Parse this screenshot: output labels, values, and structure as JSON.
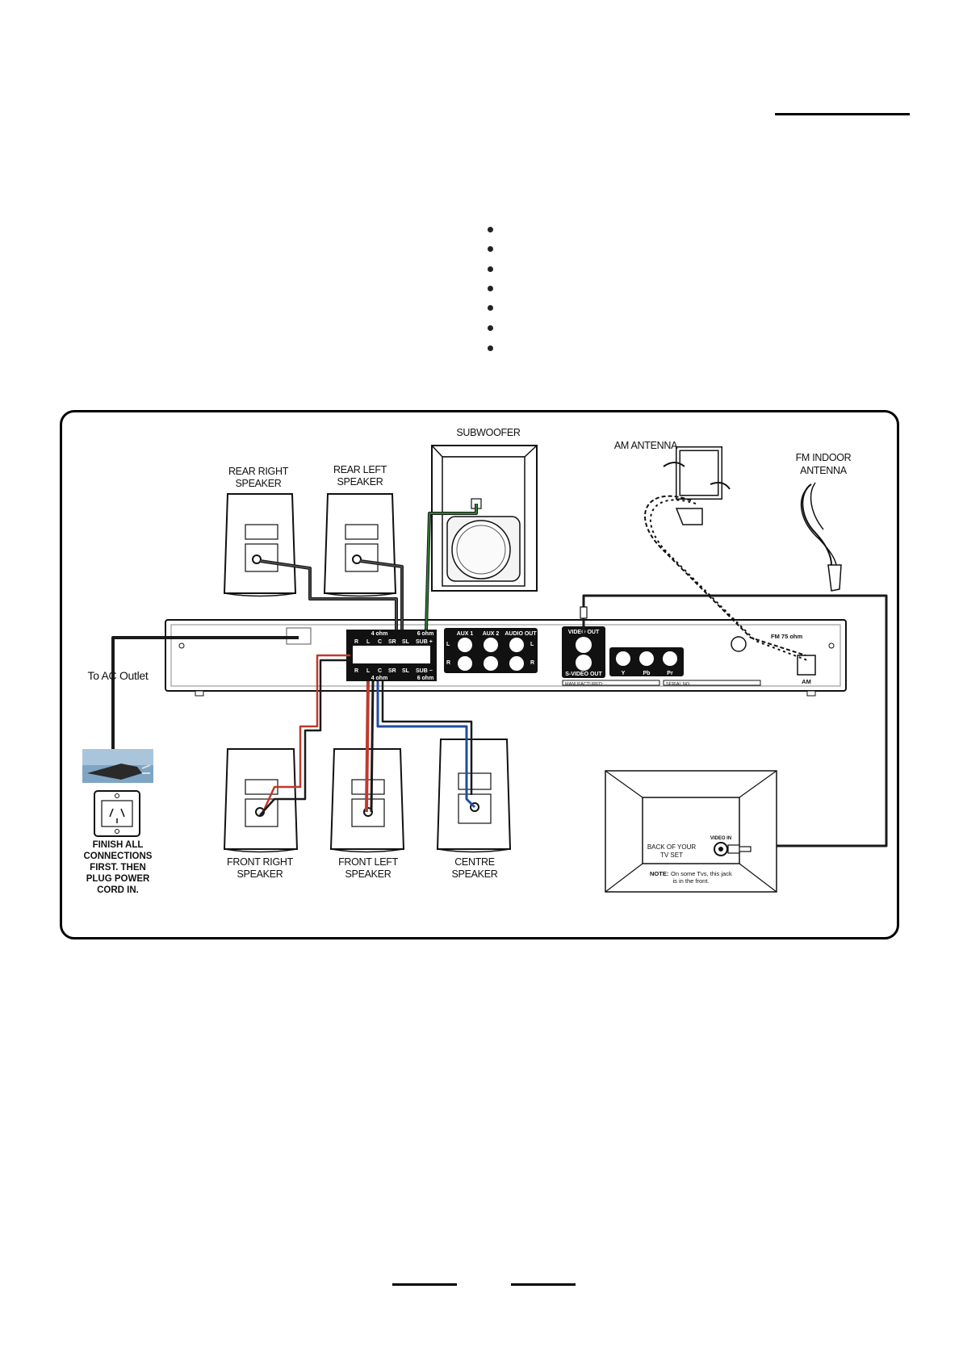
{
  "labels": {
    "subwoofer": "SUBWOOFER",
    "am_antenna": "AM ANTENNA",
    "fm_antenna_1": "FM INDOOR",
    "fm_antenna_2": "ANTENNA",
    "rear_right_1": "REAR RIGHT",
    "rear_right_2": "SPEAKER",
    "rear_left_1": "REAR LEFT",
    "rear_left_2": "SPEAKER",
    "front_right_1": "FRONT RIGHT",
    "front_right_2": "SPEAKER",
    "front_left_1": "FRONT LEFT",
    "front_left_2": "SPEAKER",
    "centre_1": "CENTRE",
    "centre_2": "SPEAKER",
    "ac_outlet": "To AC Outlet",
    "finish_1": "FINISH ALL",
    "finish_2": "CONNECTIONS",
    "finish_3": "FIRST. THEN",
    "finish_4": "PLUG POWER",
    "finish_5": "CORD IN.",
    "tv_back_1": "BACK OF YOUR",
    "tv_back_2": "TV SET",
    "tv_video_in": "VIDEO IN",
    "tv_note_bold": "NOTE:",
    "tv_note_1": "On some Tvs, this jack",
    "tv_note_2": "is in the front."
  },
  "panel": {
    "ohm_top_left": "4 ohm",
    "ohm_top_right": "6 ohm",
    "ohm_bottom_left": "4 ohm",
    "ohm_bottom_right": "6 ohm",
    "terminals": [
      "R",
      "L",
      "C",
      "SR",
      "SL",
      "SUB +"
    ],
    "terminals_bottom": [
      "R",
      "L",
      "C",
      "SR",
      "SL",
      "SUB −"
    ],
    "aux1": "AUX 1",
    "aux2": "AUX 2",
    "audio_out": "AUDIO OUT",
    "ch_l": "L",
    "ch_r": "R",
    "video_out": "VIDEO OUT",
    "svideo_out": "S-VIDEO OUT",
    "comp_y": "Y",
    "comp_pb": "Pb",
    "comp_pr": "Pr",
    "fm75": "FM 75 ohm",
    "am": "AM",
    "manufactured": "MANUFACTURED:",
    "serial": "SERIAL NO."
  },
  "colors": {
    "wire_black": "#1a1a1a",
    "wire_red": "#c0392b",
    "wire_green": "#2e7d32",
    "wire_blue": "#1f4e9e"
  }
}
